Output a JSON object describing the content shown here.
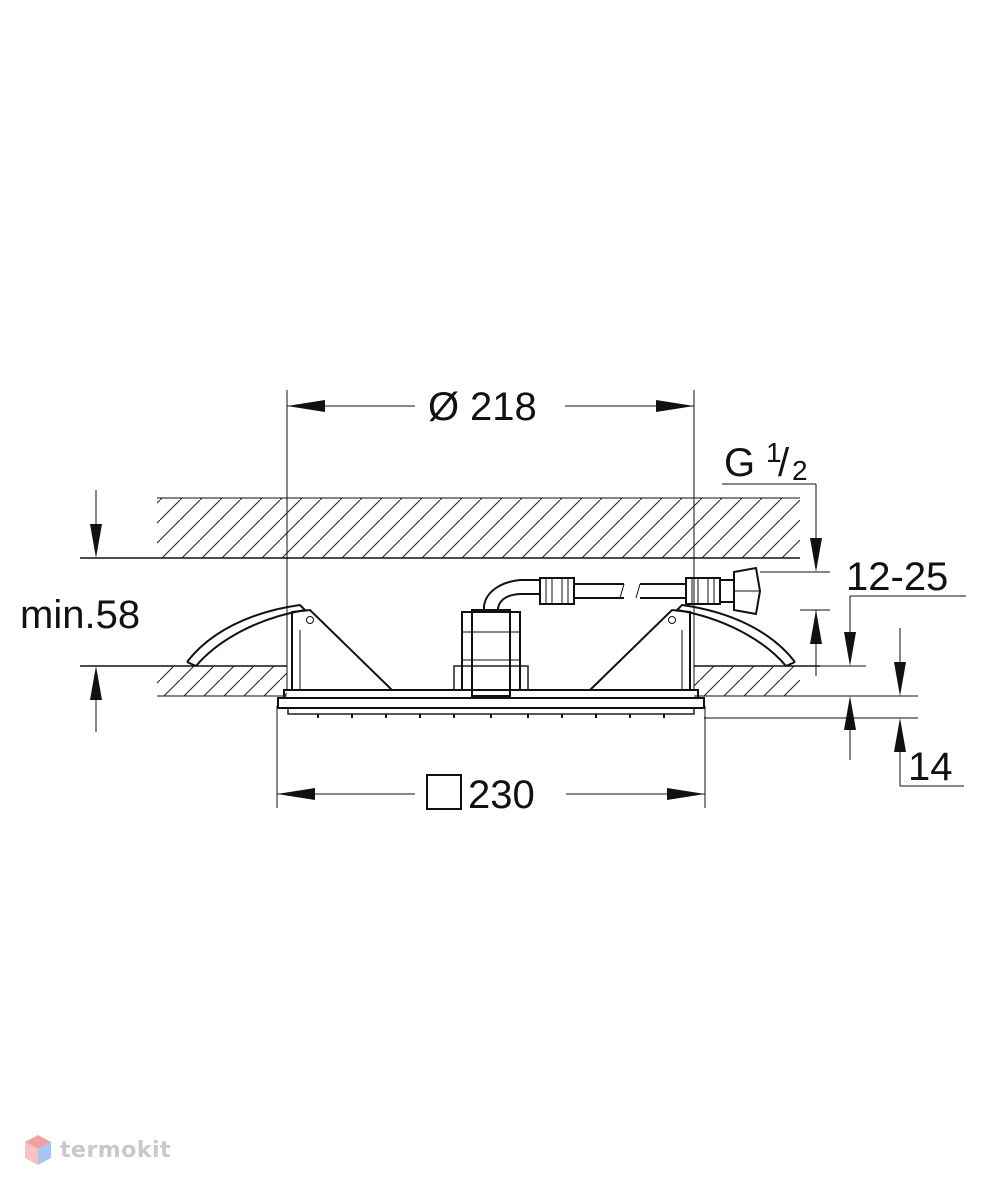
{
  "dimensions": {
    "diameter_symbol": "Ø",
    "diameter_value": "218",
    "square_value": "230",
    "thread_g": "G",
    "thread_num": "1",
    "thread_den": "2",
    "offset_range": "12-25",
    "min_depth": "min.58",
    "plate_thickness": "14"
  },
  "watermark": {
    "brand": "termokit"
  },
  "colors": {
    "line": "#111111",
    "watermark_gray": "#c9c9c9",
    "logo_red": "#f0a0a0",
    "logo_blue": "#a9c6f0"
  }
}
